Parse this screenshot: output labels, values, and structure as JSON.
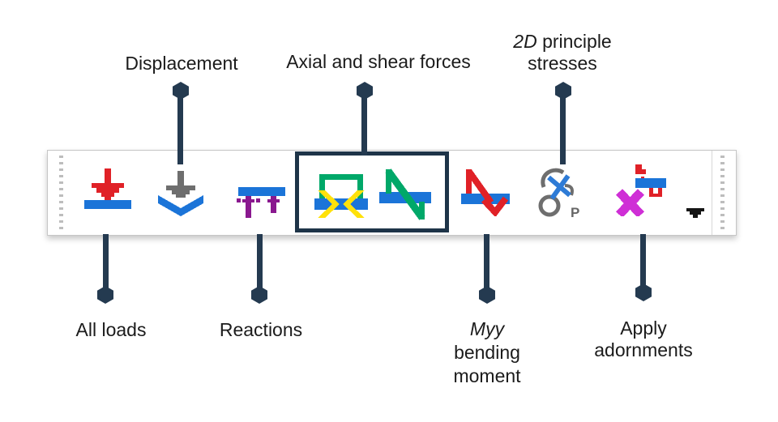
{
  "callouts": {
    "displacement": {
      "label": "Displacement"
    },
    "axial_shear": {
      "label": "Axial and shear forces"
    },
    "principle_stresses": {
      "italic": "2D",
      "rest": " principle",
      "line2": "stresses"
    },
    "all_loads": {
      "label": "All loads"
    },
    "reactions": {
      "label": "Reactions"
    },
    "myy": {
      "italic": "Myy",
      "line2": "bending",
      "line3": "moment"
    },
    "adornments": {
      "line1": "Apply",
      "line2": "adornments"
    }
  },
  "toolbar": {
    "buttons": [
      {
        "name": "all-loads",
        "icon": "all-loads-icon"
      },
      {
        "name": "displacement",
        "icon": "displacement-icon"
      },
      {
        "name": "reactions",
        "icon": "reactions-icon"
      },
      {
        "name": "axial-forces",
        "icon": "axial-forces-icon"
      },
      {
        "name": "shear-forces",
        "icon": "shear-forces-icon"
      },
      {
        "name": "myy-bending-moment",
        "icon": "myy-bending-moment-icon"
      },
      {
        "name": "2d-principle-stresses",
        "icon": "principle-stresses-icon",
        "glyph": "P"
      },
      {
        "name": "apply-adornments",
        "icon": "apply-adornments-icon"
      }
    ],
    "overflow_icon": "dropdown-arrow-icon"
  },
  "colors": {
    "callout_navy": "#243a50",
    "highlight_box": "#1e3448",
    "red": "#e02127",
    "blue": "#1b74d8",
    "green": "#00a869",
    "yellow": "#ffe10a",
    "purple": "#8a188f",
    "magenta": "#cf2fd6",
    "icon_gray": "#6e6e6e",
    "toolbar_border": "#c6c6c6"
  }
}
